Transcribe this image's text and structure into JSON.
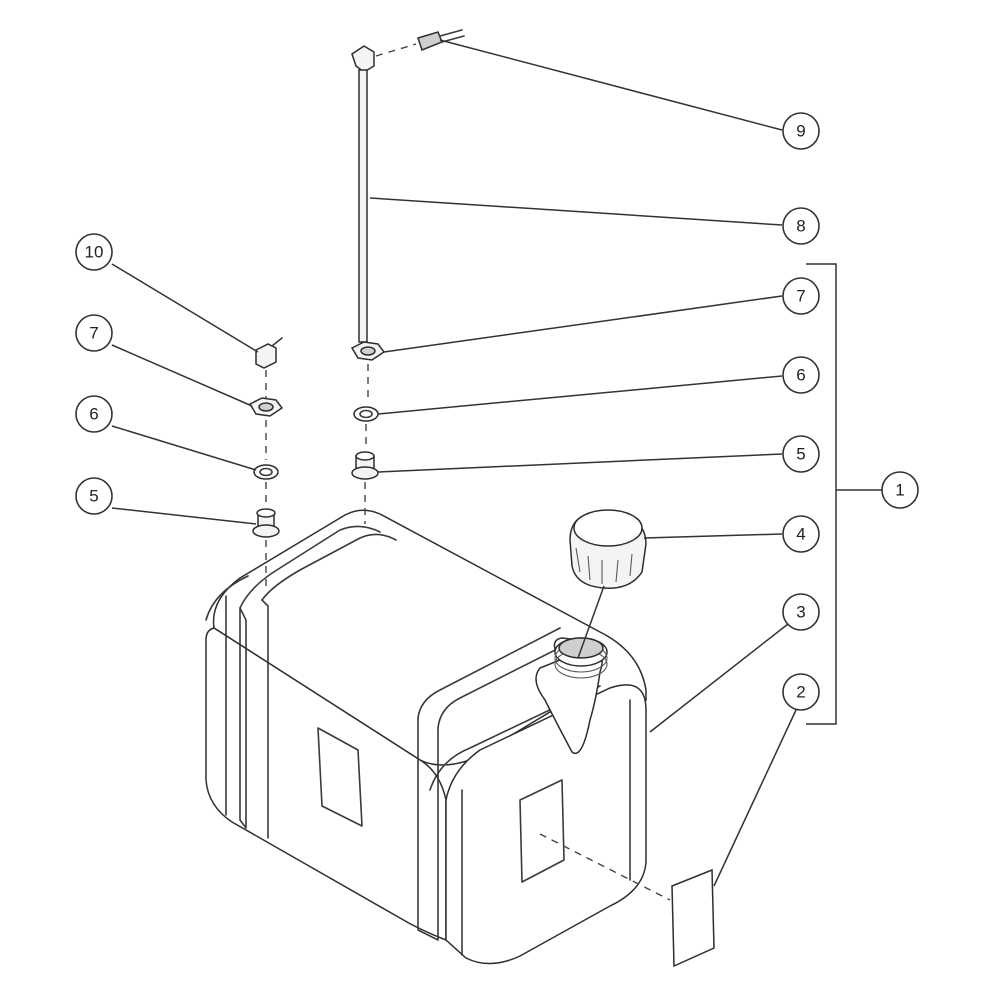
{
  "callouts": [
    {
      "id": "c1",
      "label": "1"
    },
    {
      "id": "c2",
      "label": "2"
    },
    {
      "id": "c3",
      "label": "3"
    },
    {
      "id": "c4",
      "label": "4"
    },
    {
      "id": "c5r",
      "label": "5"
    },
    {
      "id": "c6r",
      "label": "6"
    },
    {
      "id": "c7r",
      "label": "7"
    },
    {
      "id": "c8",
      "label": "8"
    },
    {
      "id": "c9",
      "label": "9"
    },
    {
      "id": "c10",
      "label": "10"
    },
    {
      "id": "c7l",
      "label": "7"
    },
    {
      "id": "c6l",
      "label": "6"
    },
    {
      "id": "c5l",
      "label": "5"
    }
  ],
  "colors": {
    "line": "#3a3a3a",
    "background": "#ffffff"
  }
}
